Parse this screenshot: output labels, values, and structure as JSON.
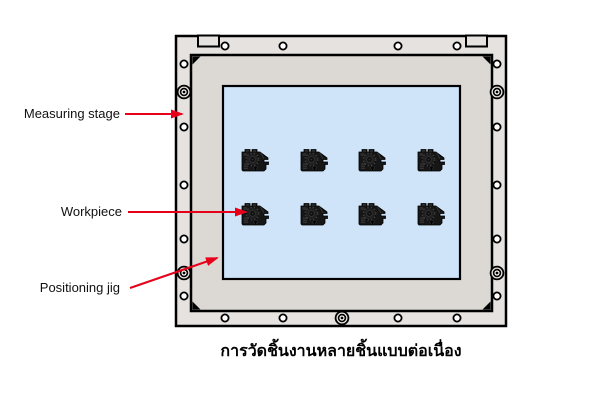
{
  "labels": {
    "measuring_stage": "Measuring stage",
    "workpiece": "Workpiece",
    "positioning_jig": "Positioning jig"
  },
  "caption": "การวัดชิ้นงานหลายชิ้นแบบต่อเนื่อง",
  "diagram": {
    "workpieces": {
      "rows": 2,
      "columns": 4,
      "count": 8
    },
    "icons": [
      "workpiece-icon",
      "screw-hole-icon",
      "locating-pin-icon",
      "arrow-icon"
    ],
    "colors": {
      "stage_gray": "#e5e2df",
      "plate_gray": "#dcd9d5",
      "jig_blue": "#cfe4f9",
      "workpiece_black": "#161616",
      "arrow_red": "#e60019",
      "outline_black": "#000000"
    }
  }
}
